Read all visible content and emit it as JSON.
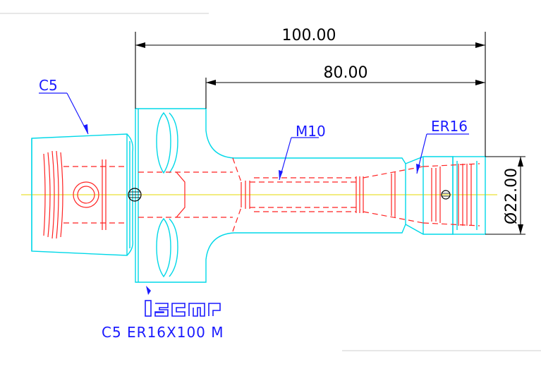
{
  "dimensions": {
    "overall_length": "100.00",
    "collet_length": "80.00",
    "diameter": "Ø22.00"
  },
  "callouts": {
    "shank": "C5",
    "thread": "M10",
    "collet": "ER16"
  },
  "logo": {
    "brand": "iscar"
  },
  "caption": "C5 ER16X100 M",
  "colors": {
    "outline": "#00d8e8",
    "hidden": "#ff2222",
    "dimension": "#000000",
    "annotation": "#1a1aff",
    "centerline": "#e6d800"
  }
}
